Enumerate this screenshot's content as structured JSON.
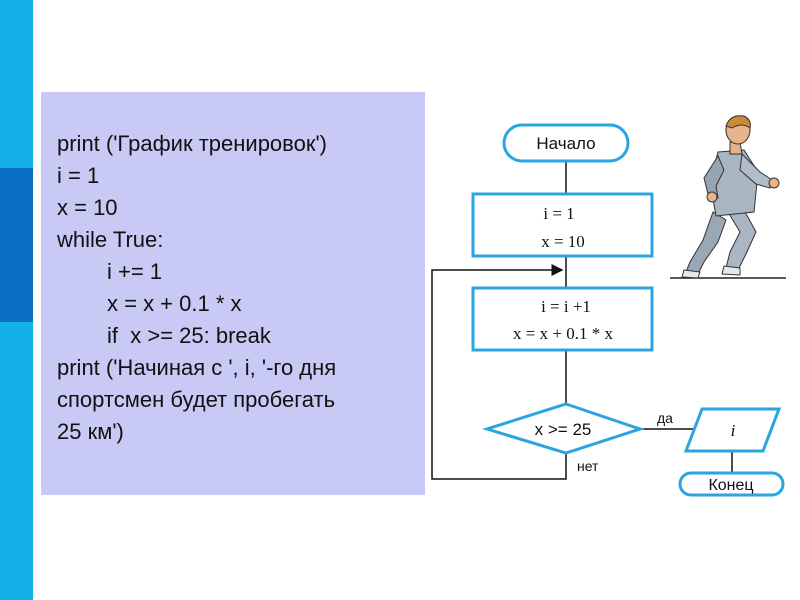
{
  "colors": {
    "side_bar": "#14b0e8",
    "side_bar_dark": "#0a6fc2",
    "code_panel_bg": "#c9c9f5",
    "flow_stroke": "#2aa5e0"
  },
  "code": [
    "print ('График тренировок')",
    "i = 1",
    "x = 10",
    "while True:",
    "i += 1",
    "x = x + 0.1 * x",
    "if  x >= 25: break",
    "print ('Начиная с ', i, '-го дня",
    "спортсмен будет пробегать",
    "25 км')"
  ],
  "flowchart": {
    "start": "Начало",
    "init_line1": "i = 1",
    "init_line2": "x = 10",
    "body_line1": "i = i +1",
    "body_line2": "x = x + 0.1 * x",
    "condition": "x >= 25",
    "yes_label": "да",
    "no_label": "нет",
    "output": "i",
    "end": "Конец"
  },
  "illustration": "running-man-icon"
}
